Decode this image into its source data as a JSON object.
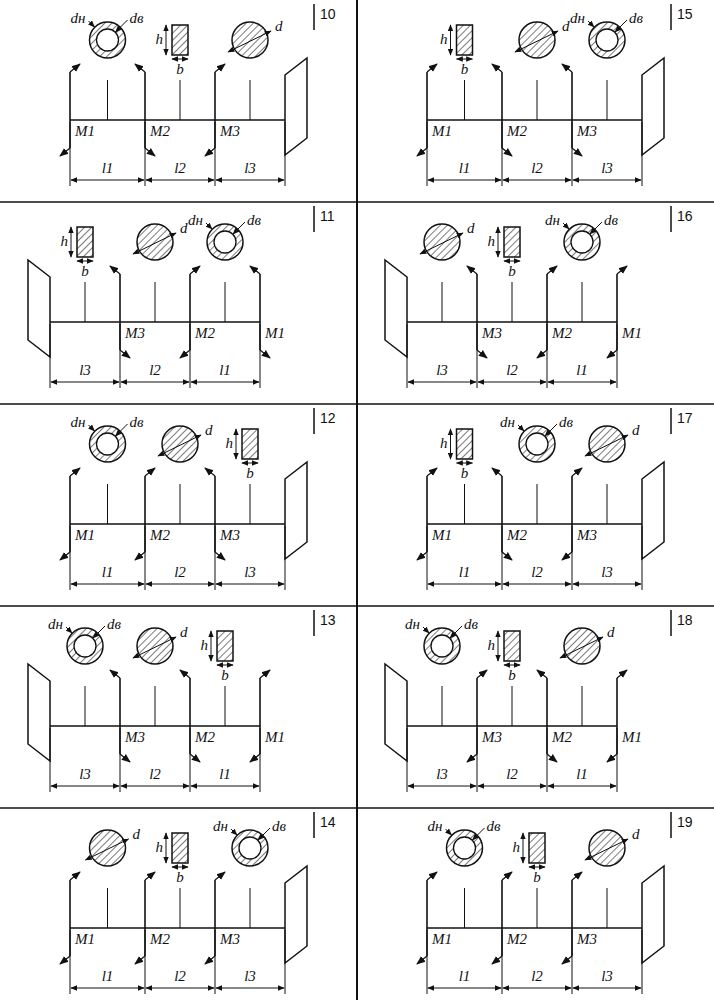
{
  "diagram": {
    "labels": [
      "10",
      "dн",
      "dв",
      "h",
      "b",
      "d",
      "M1",
      "M2",
      "M3",
      "l1",
      "l2",
      "l3",
      "11",
      "h",
      "b",
      "d",
      "dн",
      "dв",
      "M3",
      "M2",
      "M1",
      "l3",
      "l2",
      "l1",
      "12",
      "dн",
      "dв",
      "d",
      "h",
      "b",
      "M1",
      "M2",
      "M3",
      "l1",
      "l2",
      "l3",
      "13",
      "dн",
      "dв",
      "d",
      "h",
      "b",
      "M3",
      "M2",
      "M1",
      "l3",
      "l2",
      "l1",
      "14",
      "d",
      "h",
      "b",
      "dн",
      "dв",
      "M1",
      "M2",
      "M3",
      "l1",
      "l2",
      "l3",
      "15",
      "h",
      "b",
      "d",
      "dн",
      "dв",
      "M1",
      "M2",
      "M3",
      "l1",
      "l2",
      "l3",
      "16",
      "d",
      "h",
      "b",
      "dн",
      "dв",
      "M3",
      "M2",
      "M1",
      "l3",
      "l2",
      "l1",
      "17",
      "h",
      "b",
      "dн",
      "dв",
      "d",
      "M1",
      "M2",
      "M3",
      "l1",
      "l2",
      "l3",
      "18",
      "dн",
      "dв",
      "h",
      "b",
      "d",
      "M3",
      "M2",
      "M1",
      "l3",
      "l2",
      "l1",
      "19",
      "dн",
      "dв",
      "h",
      "b",
      "d",
      "M1",
      "M2",
      "M3",
      "l1",
      "l2",
      "l3"
    ]
  }
}
